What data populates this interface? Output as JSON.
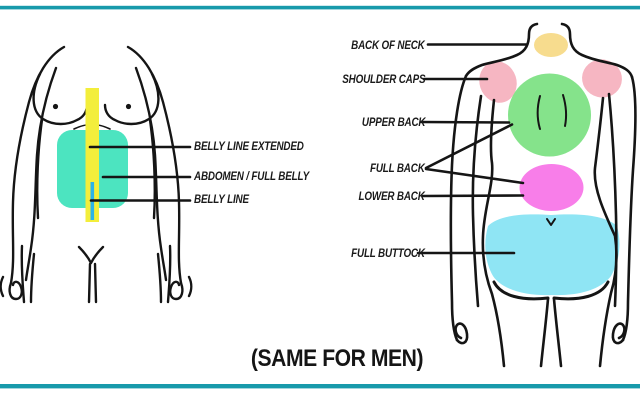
{
  "colors": {
    "background": "#ffffff",
    "border": "#189aab",
    "line": "#151515",
    "abdomen_full_belly": "#4ce4c0",
    "belly_line_extended": "#f3ee3b",
    "belly_line": "#2cb3e8",
    "back_of_neck": "#f7dc8e",
    "shoulder_caps": "#f6b6c2",
    "upper_back": "#85e38b",
    "lower_back": "#f87ee9",
    "full_buttock": "#8fe5f4"
  },
  "front_labels": [
    {
      "text": "BELLY LINE EXTENDED"
    },
    {
      "text": "ABDOMEN / FULL BELLY"
    },
    {
      "text": "BELLY LINE"
    }
  ],
  "back_labels": [
    {
      "text": "BACK OF NECK"
    },
    {
      "text": "SHOULDER CAPS"
    },
    {
      "text": "UPPER BACK"
    },
    {
      "text": "FULL BACK"
    },
    {
      "text": "LOWER BACK"
    },
    {
      "text": "FULL BUTTOCK"
    }
  ],
  "footer": {
    "note": "(SAME FOR MEN)"
  }
}
